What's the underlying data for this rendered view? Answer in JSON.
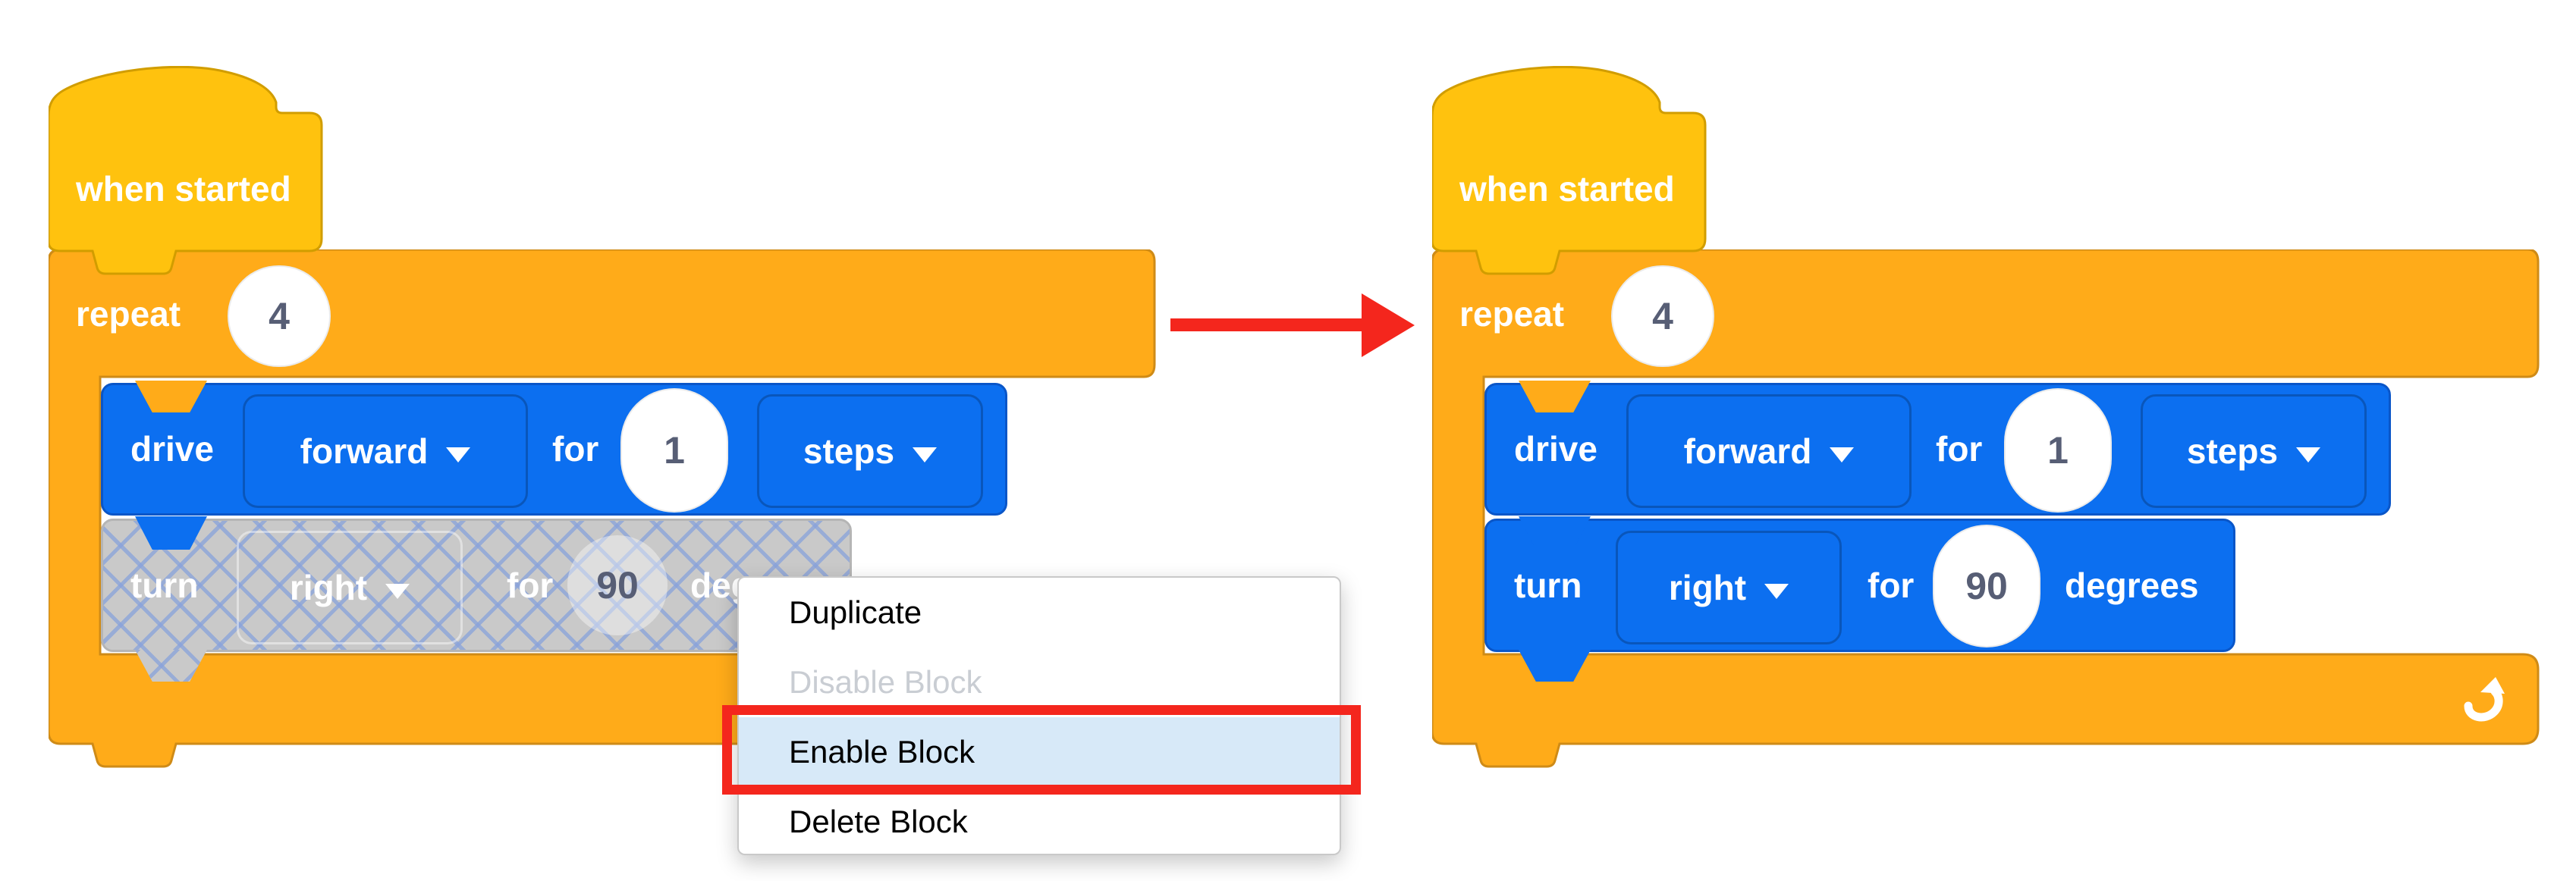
{
  "colors": {
    "hat_yellow": "#FFC20E",
    "hat_border": "#D19D00",
    "control_orange": "#FFAB19",
    "control_border": "#CF8B17",
    "motion_blue": "#0C6FF0",
    "motion_border": "#0A56C8",
    "disabled_gray": "#C9C9C9",
    "disabled_border": "#B5B5B5",
    "crosshatch_line": "#88A2DB",
    "number_text": "#575E75",
    "menu_highlight": "#D7E9F8",
    "menu_disabled_text": "#C9CDD3",
    "alert_red": "#F4261D"
  },
  "icons": {
    "dropdown": "chevron-down-icon",
    "repeat_loop": "loop-arrow-icon",
    "transition": "red-arrow-icon"
  },
  "left_stack": {
    "hat_label": "when started",
    "repeat_label": "repeat",
    "repeat_count": "4",
    "drive_label": "drive",
    "drive_direction": "forward",
    "drive_for_label": "for",
    "drive_value": "1",
    "drive_unit": "steps",
    "turn_label": "turn",
    "turn_direction": "right",
    "turn_for_label": "for",
    "turn_value": "90",
    "turn_unit": "degrees",
    "turn_state": "disabled"
  },
  "right_stack": {
    "hat_label": "when started",
    "repeat_label": "repeat",
    "repeat_count": "4",
    "drive_label": "drive",
    "drive_direction": "forward",
    "drive_for_label": "for",
    "drive_value": "1",
    "drive_unit": "steps",
    "turn_label": "turn",
    "turn_direction": "right",
    "turn_for_label": "for",
    "turn_value": "90",
    "turn_unit": "degrees",
    "turn_state": "enabled"
  },
  "context_menu": {
    "items": [
      {
        "label": "Duplicate",
        "state": "default"
      },
      {
        "label": "Disable Block",
        "state": "disabled"
      },
      {
        "label": "Enable Block",
        "state": "highlighted"
      },
      {
        "label": "Delete Block",
        "state": "default"
      }
    ]
  }
}
